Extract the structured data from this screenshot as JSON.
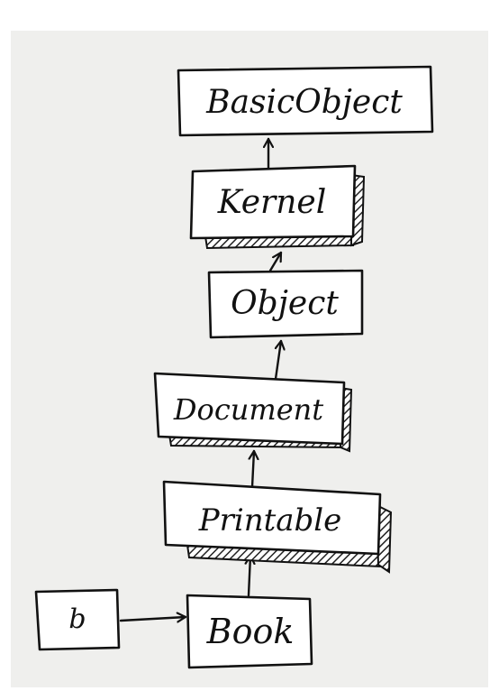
{
  "diagram": {
    "nodes": [
      {
        "id": "basic-object",
        "label": "BasicObject",
        "kind": "class"
      },
      {
        "id": "kernel",
        "label": "Kernel",
        "kind": "module"
      },
      {
        "id": "object",
        "label": "Object",
        "kind": "class"
      },
      {
        "id": "document",
        "label": "Document",
        "kind": "module"
      },
      {
        "id": "printable",
        "label": "Printable",
        "kind": "module"
      },
      {
        "id": "book",
        "label": "Book",
        "kind": "class"
      },
      {
        "id": "instance-b",
        "label": "b",
        "kind": "instance"
      }
    ],
    "edges": [
      {
        "from": "instance-b",
        "to": "book"
      },
      {
        "from": "book",
        "to": "printable"
      },
      {
        "from": "printable",
        "to": "document"
      },
      {
        "from": "document",
        "to": "object"
      },
      {
        "from": "object",
        "to": "kernel"
      },
      {
        "from": "kernel",
        "to": "basic-object"
      }
    ]
  },
  "colors": {
    "paper": "#efefed",
    "ink": "#111111",
    "hatch": "#222222"
  }
}
